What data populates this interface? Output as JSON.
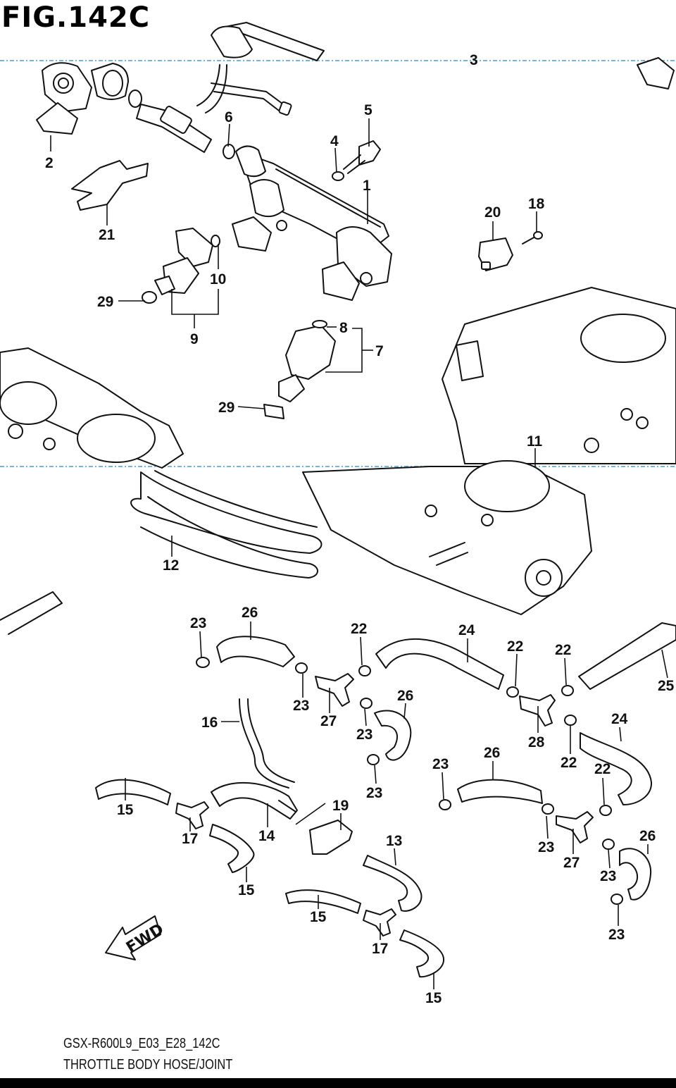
{
  "figure": {
    "title": "FIG.142C",
    "model_code": "GSX-R600L9_E03_E28_142C",
    "section_name": "THROTTLE BODY HOSE/JOINT",
    "fwd_label": "FWD"
  },
  "callouts": {
    "c1": "1",
    "c2": "2",
    "c4": "4",
    "c5": "5",
    "c6": "6",
    "c7": "7",
    "c8": "8",
    "c9": "9",
    "c10": "10",
    "c11": "11",
    "c12": "12",
    "c13": "13",
    "c14": "14",
    "c15a": "15",
    "c15b": "15",
    "c15c": "15",
    "c15d": "15",
    "c16": "16",
    "c17a": "17",
    "c17b": "17",
    "c18": "18",
    "c19": "19",
    "c20": "20",
    "c21": "21",
    "c22a": "22",
    "c22b": "22",
    "c22c": "22",
    "c22d": "22",
    "c22e": "22",
    "c23a": "23",
    "c23b": "23",
    "c23c": "23",
    "c23d": "23",
    "c23e": "23",
    "c23f": "23",
    "c23g": "23",
    "c23h": "23",
    "c24a": "24",
    "c24b": "24",
    "c25": "25",
    "c26a": "26",
    "c26b": "26",
    "c26c": "26",
    "c26d": "26",
    "c27a": "27",
    "c27b": "27",
    "c28": "28",
    "c29a": "29",
    "c29b": "29",
    "c3": "3"
  },
  "colors": {
    "line": "#111111",
    "seam": "#7fb0d6",
    "background": "#ffffff"
  }
}
